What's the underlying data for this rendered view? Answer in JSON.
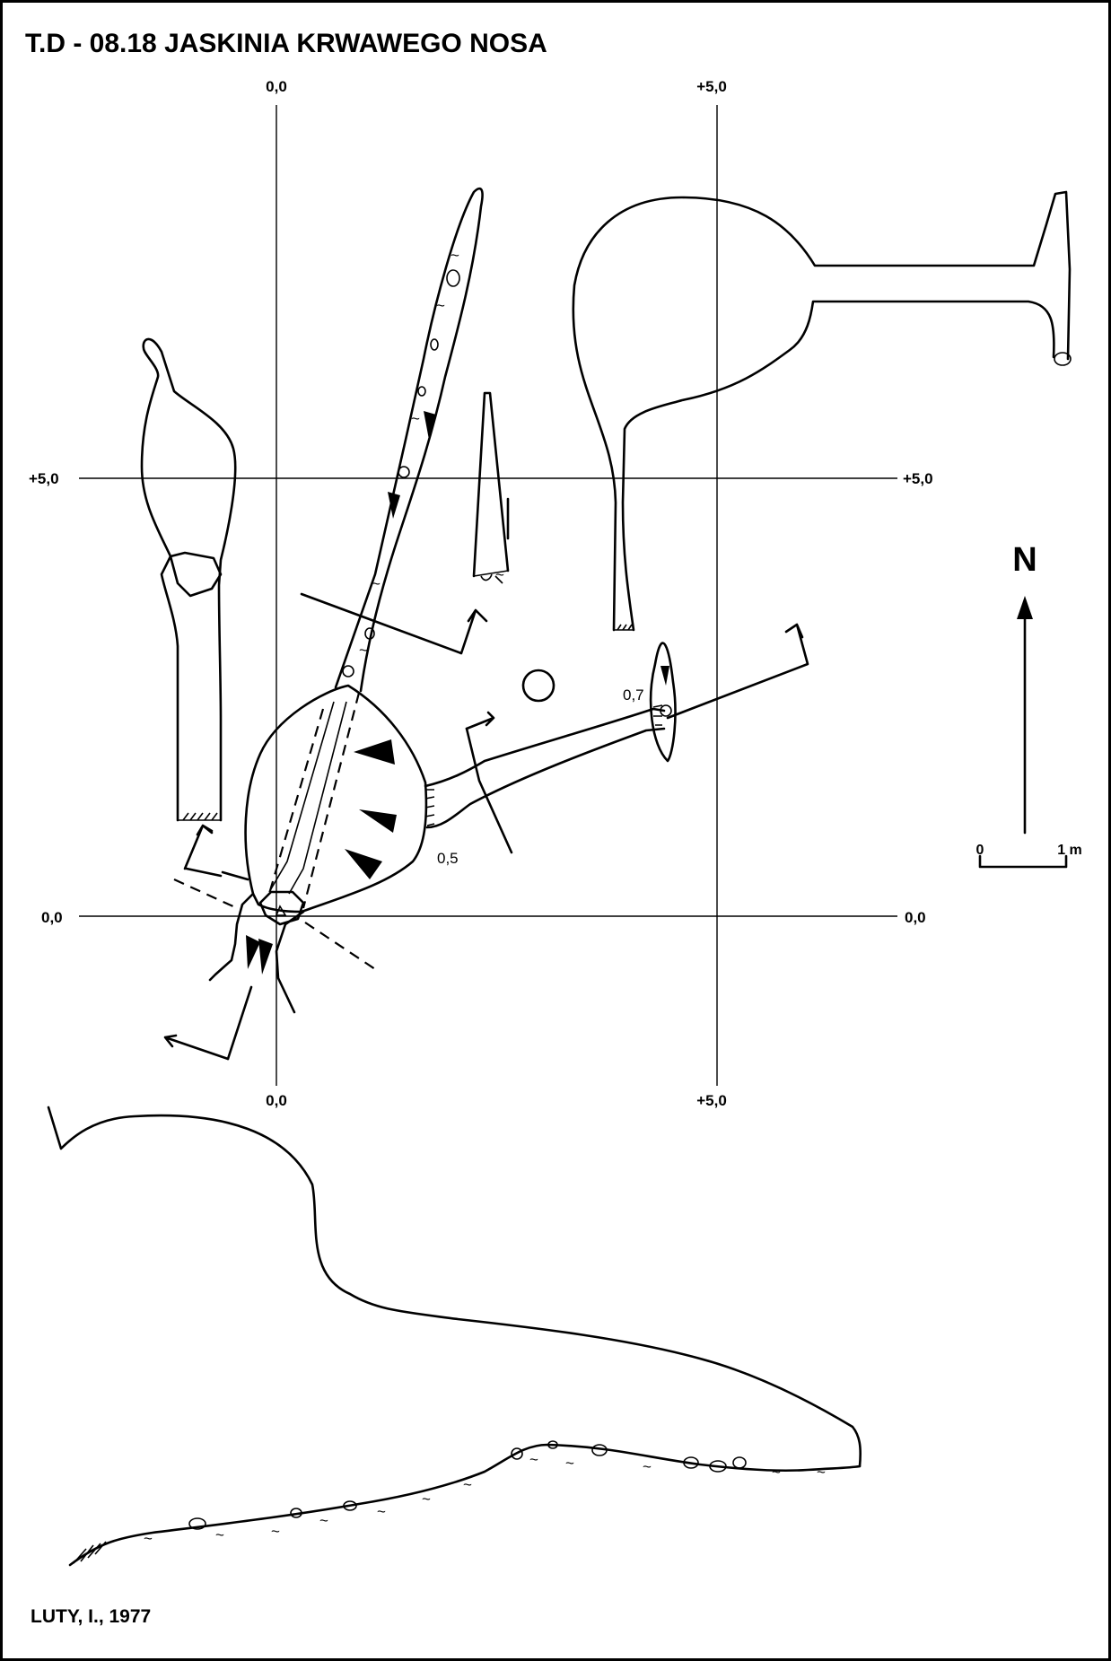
{
  "title": "T.D - 08.18  JASKINIA KRWAWEGO NOSA",
  "author": "LUTY, I., 1977",
  "north_label": "N",
  "scale": {
    "zero": "0",
    "one": "1 m"
  },
  "grid_labels": {
    "top_x0": "0,0",
    "top_x5": "+5,0",
    "bottom_x0": "0,0",
    "bottom_x5": "+5,0",
    "left_y5": "+5,0",
    "right_y5": "+5,0",
    "left_y0": "0,0",
    "right_y0": "0,0"
  },
  "depth_labels": {
    "d1": "0,5",
    "d2": "0,7"
  }
}
